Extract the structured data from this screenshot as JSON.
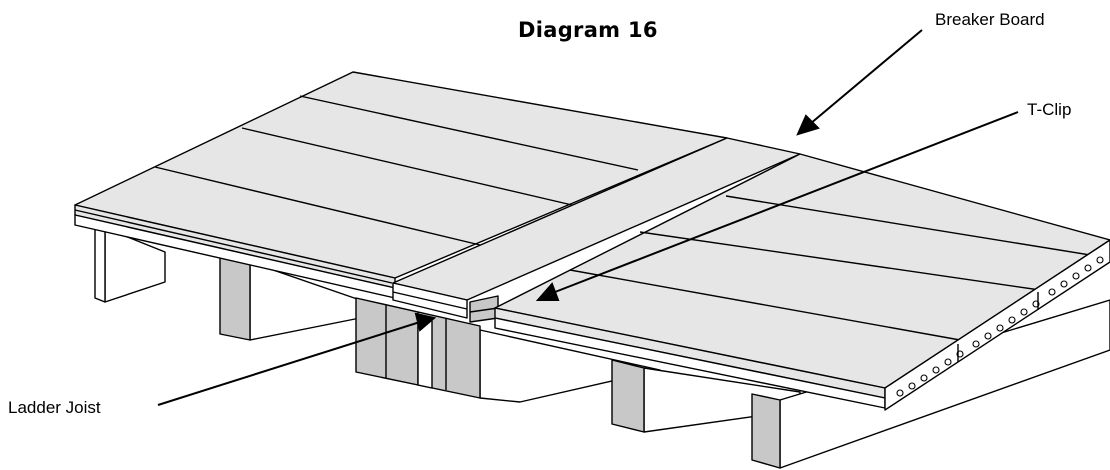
{
  "title": "Diagram 16",
  "callouts": {
    "breaker_board": "Breaker Board",
    "t_clip": "T-Clip",
    "ladder_joist": "Ladder Joist"
  },
  "colors": {
    "board_face": "#e6e6e6",
    "joist_side": "#c8c8c8",
    "joist_face": "#b4b4b4",
    "line": "#000000"
  }
}
